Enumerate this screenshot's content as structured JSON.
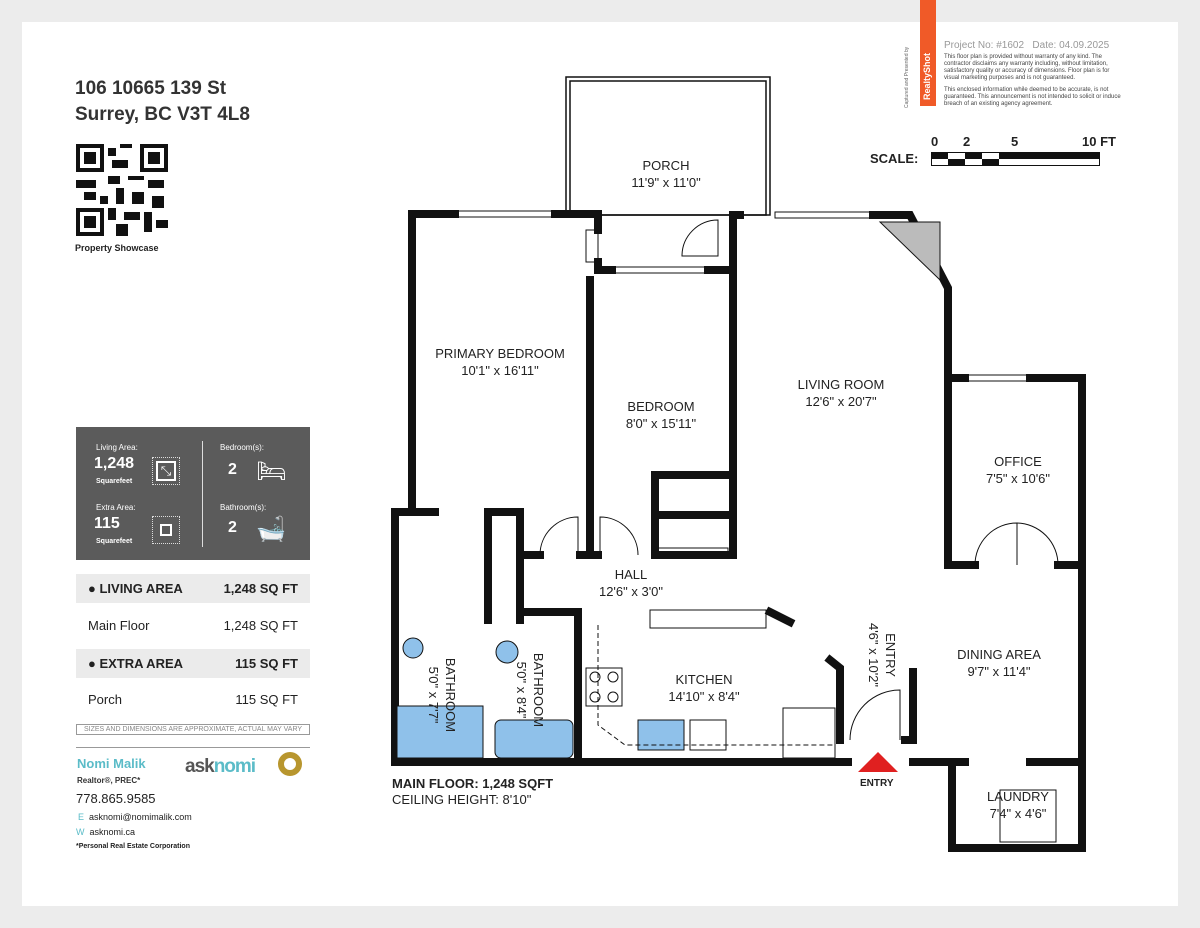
{
  "address": {
    "line1": "106 10665 139 St",
    "line2": "Surrey, BC V3T 4L8"
  },
  "qr_label": "Property Showcase",
  "stats": {
    "living_label": "Living Area:",
    "living_value": "1,248",
    "living_unit": "Squarefeet",
    "extra_label": "Extra Area:",
    "extra_value": "115",
    "extra_unit": "Squarefeet",
    "bed_label": "Bedroom(s):",
    "bed_value": "2",
    "bath_label": "Bathroom(s):",
    "bath_value": "2"
  },
  "areas": [
    {
      "label": "LIVING AREA",
      "value": "1,248 SQ FT",
      "header": true
    },
    {
      "label": "Main Floor",
      "value": "1,248 SQ FT",
      "header": false
    },
    {
      "label": "EXTRA AREA",
      "value": "115 SQ FT",
      "header": true
    },
    {
      "label": "Porch",
      "value": "115 SQ FT",
      "header": false
    }
  ],
  "disclaimer": "SIZES AND DIMENSIONS ARE APPROXIMATE, ACTUAL MAY VARY",
  "agent": {
    "name": "Nomi Malik",
    "title": "Realtor®, PREC*",
    "phone": "778.865.9585",
    "email_prefix": "E",
    "email": "asknomi@nomimalik.com",
    "web_prefix": "W",
    "web": "asknomi.ca",
    "note": "*Personal Real Estate Corporation",
    "logo": "asknomi",
    "brand_color": "#5bbcc8",
    "accent_gold": "#b8962e"
  },
  "header": {
    "brand": "RealtyShot",
    "captured": "Captured and Presented by",
    "project": "Project No: #1602",
    "date": "Date: 04.09.2025",
    "legal1": "This floor plan is provided without warranty of any kind. The contractor disclaims any warranty including, without limitation, satisfactory quality or accuracy of dimensions. Floor plan is for visual marketing purposes and is not guaranteed.",
    "legal2": "This enclosed information while deemed to be accurate, is not guaranteed. This announcement is not intended to solicit or induce breach of an existing agency agreement.",
    "brand_color": "#f05a28"
  },
  "scale": {
    "label": "SCALE:",
    "ticks": [
      "0",
      "2",
      "5",
      "10 FT"
    ]
  },
  "rooms": [
    {
      "name": "PORCH",
      "dim": "11'9\" x 11'0\""
    },
    {
      "name": "PRIMARY BEDROOM",
      "dim": "10'1\" x 16'11\""
    },
    {
      "name": "BEDROOM",
      "dim": "8'0\" x 15'11\""
    },
    {
      "name": "LIVING ROOM",
      "dim": "12'6\" x 20'7\""
    },
    {
      "name": "OFFICE",
      "dim": "7'5\" x 10'6\""
    },
    {
      "name": "HALL",
      "dim": "12'6\" x 3'0\""
    },
    {
      "name": "KITCHEN",
      "dim": "14'10\" x 8'4\""
    },
    {
      "name": "DINING AREA",
      "dim": "9'7\" x 11'4\""
    },
    {
      "name": "LAUNDRY",
      "dim": "7'4\" x 4'6\""
    },
    {
      "name": "BATHROOM",
      "dim": "5'0\" x 7'7\""
    },
    {
      "name": "BATHROOM",
      "dim": "5'0\" x 8'4\""
    },
    {
      "name": "ENTRY",
      "dim": "4'6\" x 10'2\""
    }
  ],
  "floor": {
    "title": "MAIN FLOOR: 1,248 SQFT",
    "ceiling": "CEILING HEIGHT: 8'10\""
  },
  "entry_label": "ENTRY",
  "entry_color": "#e02020"
}
